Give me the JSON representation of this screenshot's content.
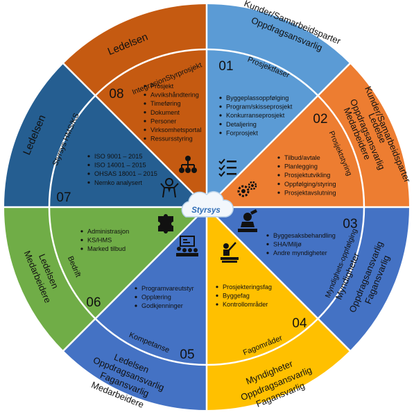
{
  "center": {
    "label": "Styrsys"
  },
  "segments": [
    {
      "id": "01",
      "number": "01",
      "color": "#5b9bd5",
      "outer": [
        "Kunder/Samarbeidsparter",
        "Oppdragsansvarlig"
      ],
      "ring": "Prosjektfaser",
      "items": [
        "Byggeplassoppfølging",
        "Program/skisseprosjekt",
        "Konkurranseprosjekt",
        "Detaljering",
        "Forprosjekt"
      ],
      "icon": "checklist-icon"
    },
    {
      "id": "02",
      "number": "02",
      "color": "#ed7d31",
      "outer": [
        "Kunder/Samarbeidsparter",
        "Ledelse",
        "Oppdragsansvarlig",
        "Medarbeidere"
      ],
      "ring": "Prosjektstyring",
      "items": [
        "Tilbud/avtale",
        "Planlegging",
        "Prosjektutvikling",
        "Oppfølging/styring",
        "Prosjektavslutning"
      ],
      "icon": "gears-icon"
    },
    {
      "id": "03",
      "number": "03",
      "color": "#4472c4",
      "outer": [
        "Myndigheter",
        "Oppdragsansvarlig",
        "Fagansvarlig"
      ],
      "ring": "Myndighets-oppfølging",
      "items": [
        "Byggesaksbehandling",
        "SHA/Miljø",
        "Andre myndigheter"
      ],
      "icon": "authority-icon"
    },
    {
      "id": "04",
      "number": "04",
      "color": "#ffc000",
      "outer": [
        "Myndigheter",
        "Oppdragsansvarlig",
        "Fagansvarlig"
      ],
      "ring": "Fagområder",
      "items": [
        "Prosjekteringsfag",
        "Byggefag",
        "Kontrollområder"
      ],
      "icon": "presenter-icon"
    },
    {
      "id": "05",
      "number": "05",
      "color": "#4472c4",
      "outer": [
        "Ledelsen",
        "Oppdragsansvarlig",
        "Fagansvarlig",
        "Medarbeidere"
      ],
      "ring": "Kompetanse",
      "items": [
        "Programvareutstyr",
        "Opplæring",
        "Godkjenninger"
      ],
      "icon": "classroom-icon"
    },
    {
      "id": "06",
      "number": "06",
      "color": "#70ad47",
      "outer": [
        "Ledelsen",
        "Medarbeidere"
      ],
      "ring": "Bedrift",
      "items": [
        "Administrasjon",
        "KS/HMS",
        "Marked tilbud"
      ],
      "icon": "puzzle-icon"
    },
    {
      "id": "07",
      "number": "07",
      "color": "#255e91",
      "outer": [
        "Ledelsen"
      ],
      "ring": "Styrsys HMS/KS",
      "items": [
        "ISO 9001 – 2015",
        "ISO 14001 – 2015",
        "OHSAS 18001 – 2015",
        "Nemko analysert"
      ],
      "icon": "person-icon"
    },
    {
      "id": "08",
      "number": "08",
      "color": "#c55a11",
      "outer": [
        "Ledelsen"
      ],
      "ring": "IntegrasjonStyrprosjekt",
      "items": [
        "Prosjekt",
        "Avvikshåndtering",
        "Timeføring",
        "Dokument",
        "Personer",
        "Virksomhetsportal",
        "Ressursstyring"
      ],
      "icon": "hierarchy-icon"
    }
  ]
}
